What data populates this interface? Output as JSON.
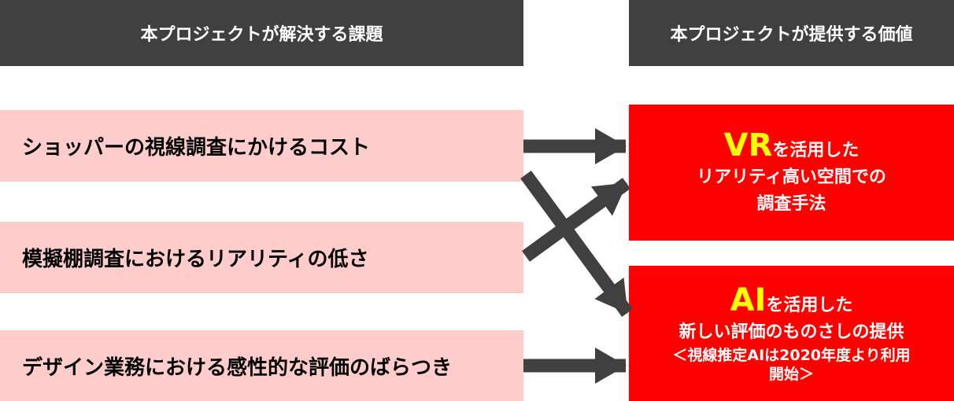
{
  "headers": {
    "left": "本プロジェクトが解決する課題",
    "right": "本プロジェクトが提供する価値"
  },
  "problems": [
    "ショッパーの視線調査にかけるコスト",
    "模擬棚調査におけるリアリティの低さ",
    "デザイン業務における感性的な評価のばらつき"
  ],
  "values": [
    {
      "highlight": "VR",
      "line1_rest": "を活用した",
      "line2": "リアリティ高い空間での",
      "line3": "調査手法"
    },
    {
      "highlight": "AI",
      "line1_rest": "を活用した",
      "line2": "新しい評価のものさしの提供",
      "note1": "＜視線推定AIは2020年度より利用",
      "note2": "開始＞"
    }
  ],
  "colors": {
    "header_bg": "#404040",
    "problem_bg": "#ffcccc",
    "value_bg": "#ff0000",
    "highlight": "#ffff00",
    "arrow": "#404040"
  }
}
